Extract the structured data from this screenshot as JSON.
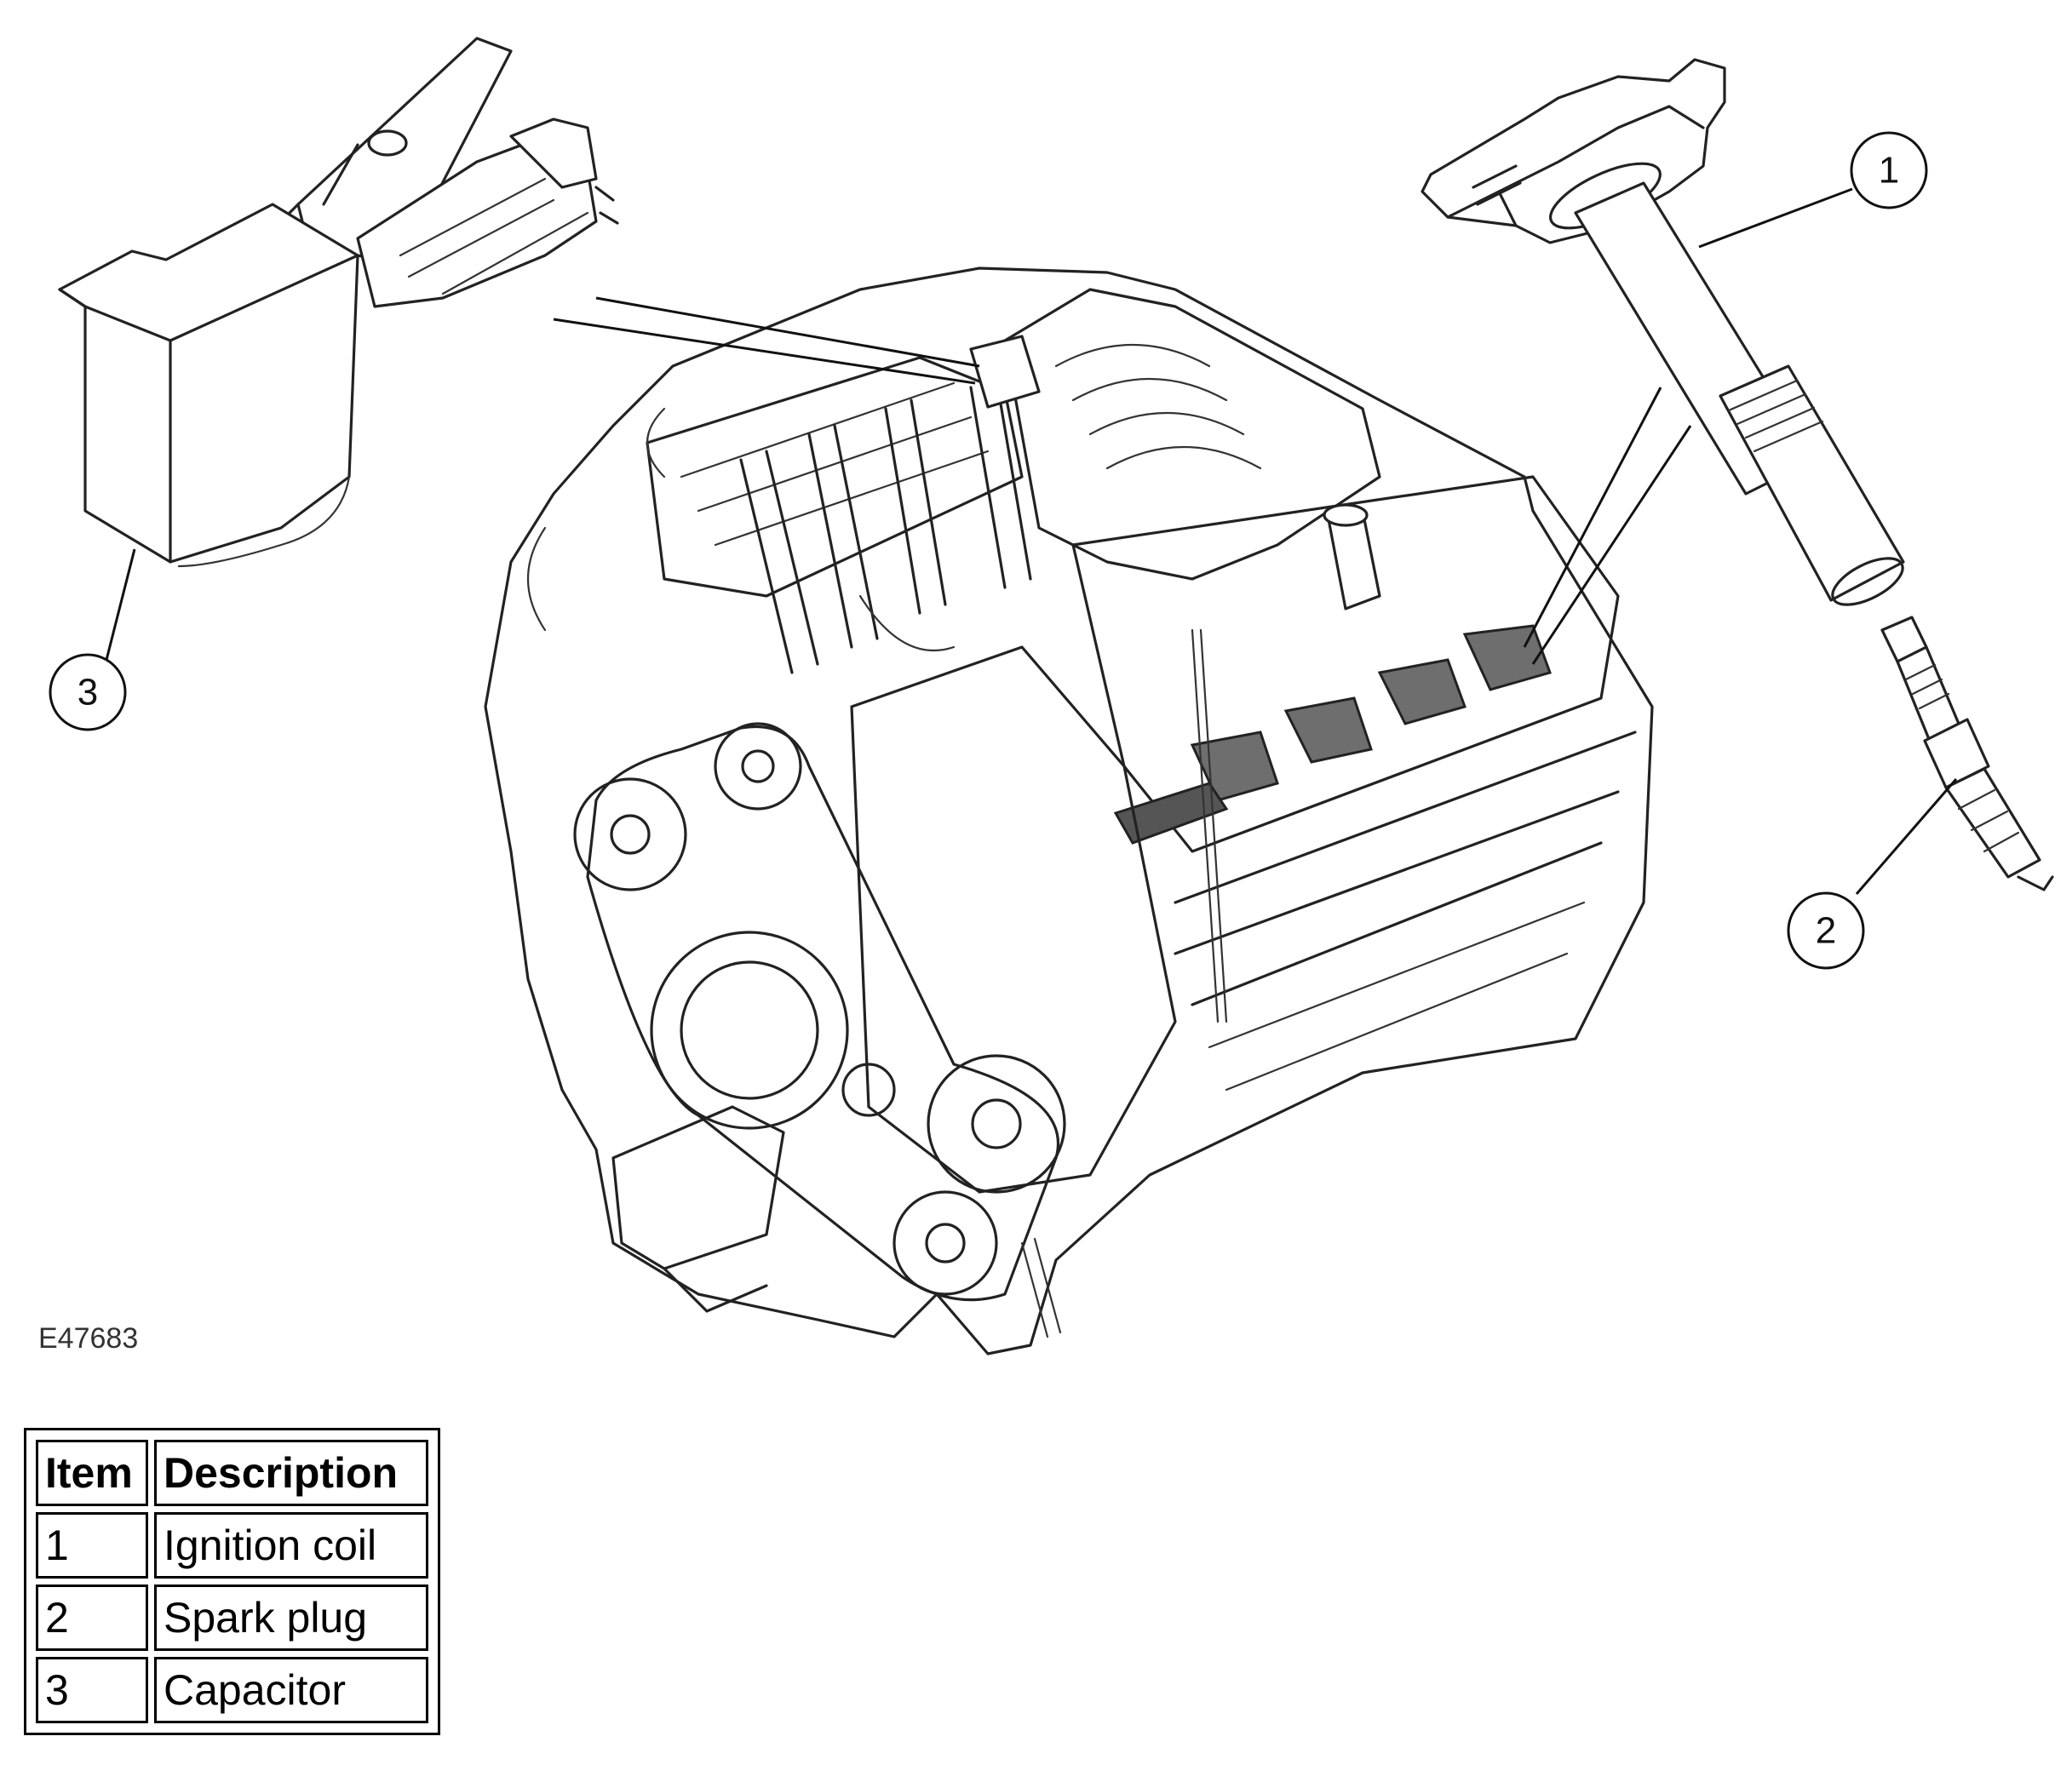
{
  "figure_ref": "E47683",
  "callouts": [
    {
      "number": "1"
    },
    {
      "number": "2"
    },
    {
      "number": "3"
    }
  ],
  "legend": {
    "headers": {
      "item": "Item",
      "description": "Description"
    },
    "rows": [
      {
        "item": "1",
        "description": "Ignition coil"
      },
      {
        "item": "2",
        "description": "Spark plug"
      },
      {
        "item": "3",
        "description": "Capacitor"
      }
    ]
  },
  "colors": {
    "line": "#222222",
    "coil_highlight": "#6e6e6e",
    "background": "#ffffff"
  }
}
